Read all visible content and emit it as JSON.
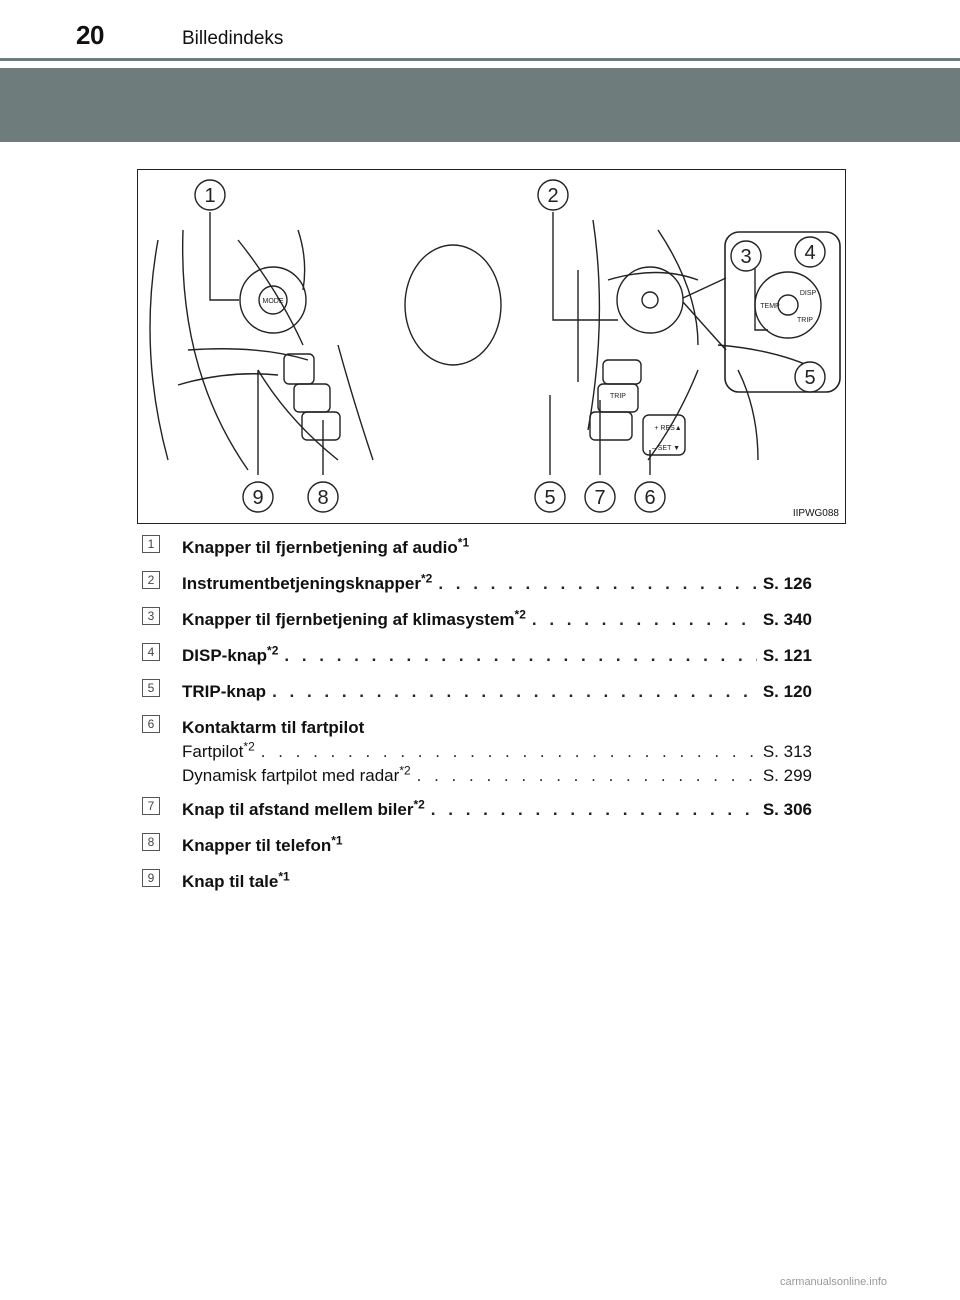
{
  "header": {
    "page_number": "20",
    "section_title": "Billedindeks"
  },
  "figure": {
    "id": "IIPWG088",
    "callouts": [
      "1",
      "2",
      "3",
      "4",
      "5",
      "9",
      "8",
      "5",
      "7",
      "6"
    ],
    "control_labels": {
      "mode": "MODE",
      "disp": "DISP",
      "temp": "TEMP",
      "trip": "TRIP",
      "trip_small": "TRIP",
      "res": "+ RES▲",
      "set": "– SET ▼"
    }
  },
  "entries": [
    {
      "num": "1",
      "label": "Knapper til fjernbetjening af audio",
      "sup": "*1",
      "ref": ""
    },
    {
      "num": "2",
      "label": "Instrumentbetjeningsknapper",
      "sup": "*2",
      "ref": "S. 126"
    },
    {
      "num": "3",
      "label": "Knapper til fjernbetjening af klimasystem",
      "sup": "*2",
      "ref": "S. 340"
    },
    {
      "num": "4",
      "label": "DISP-knap",
      "sup": "*2",
      "ref": "S. 121"
    },
    {
      "num": "5",
      "label": "TRIP-knap",
      "sup": "",
      "ref": "S. 120"
    },
    {
      "num": "6",
      "label": "Kontaktarm til fartpilot",
      "sup": "",
      "ref": "",
      "sub": [
        {
          "label": "Fartpilot",
          "sup": "*2",
          "ref": "S. 313"
        },
        {
          "label": "Dynamisk fartpilot med radar",
          "sup": "*2",
          "ref": "S. 299"
        }
      ]
    },
    {
      "num": "7",
      "label": "Knap til afstand mellem biler",
      "sup": "*2",
      "ref": "S. 306"
    },
    {
      "num": "8",
      "label": "Knapper til telefon",
      "sup": "*1",
      "ref": ""
    },
    {
      "num": "9",
      "label": "Knap til tale",
      "sup": "*1",
      "ref": ""
    }
  ],
  "footer": "carmanualsonline.info"
}
